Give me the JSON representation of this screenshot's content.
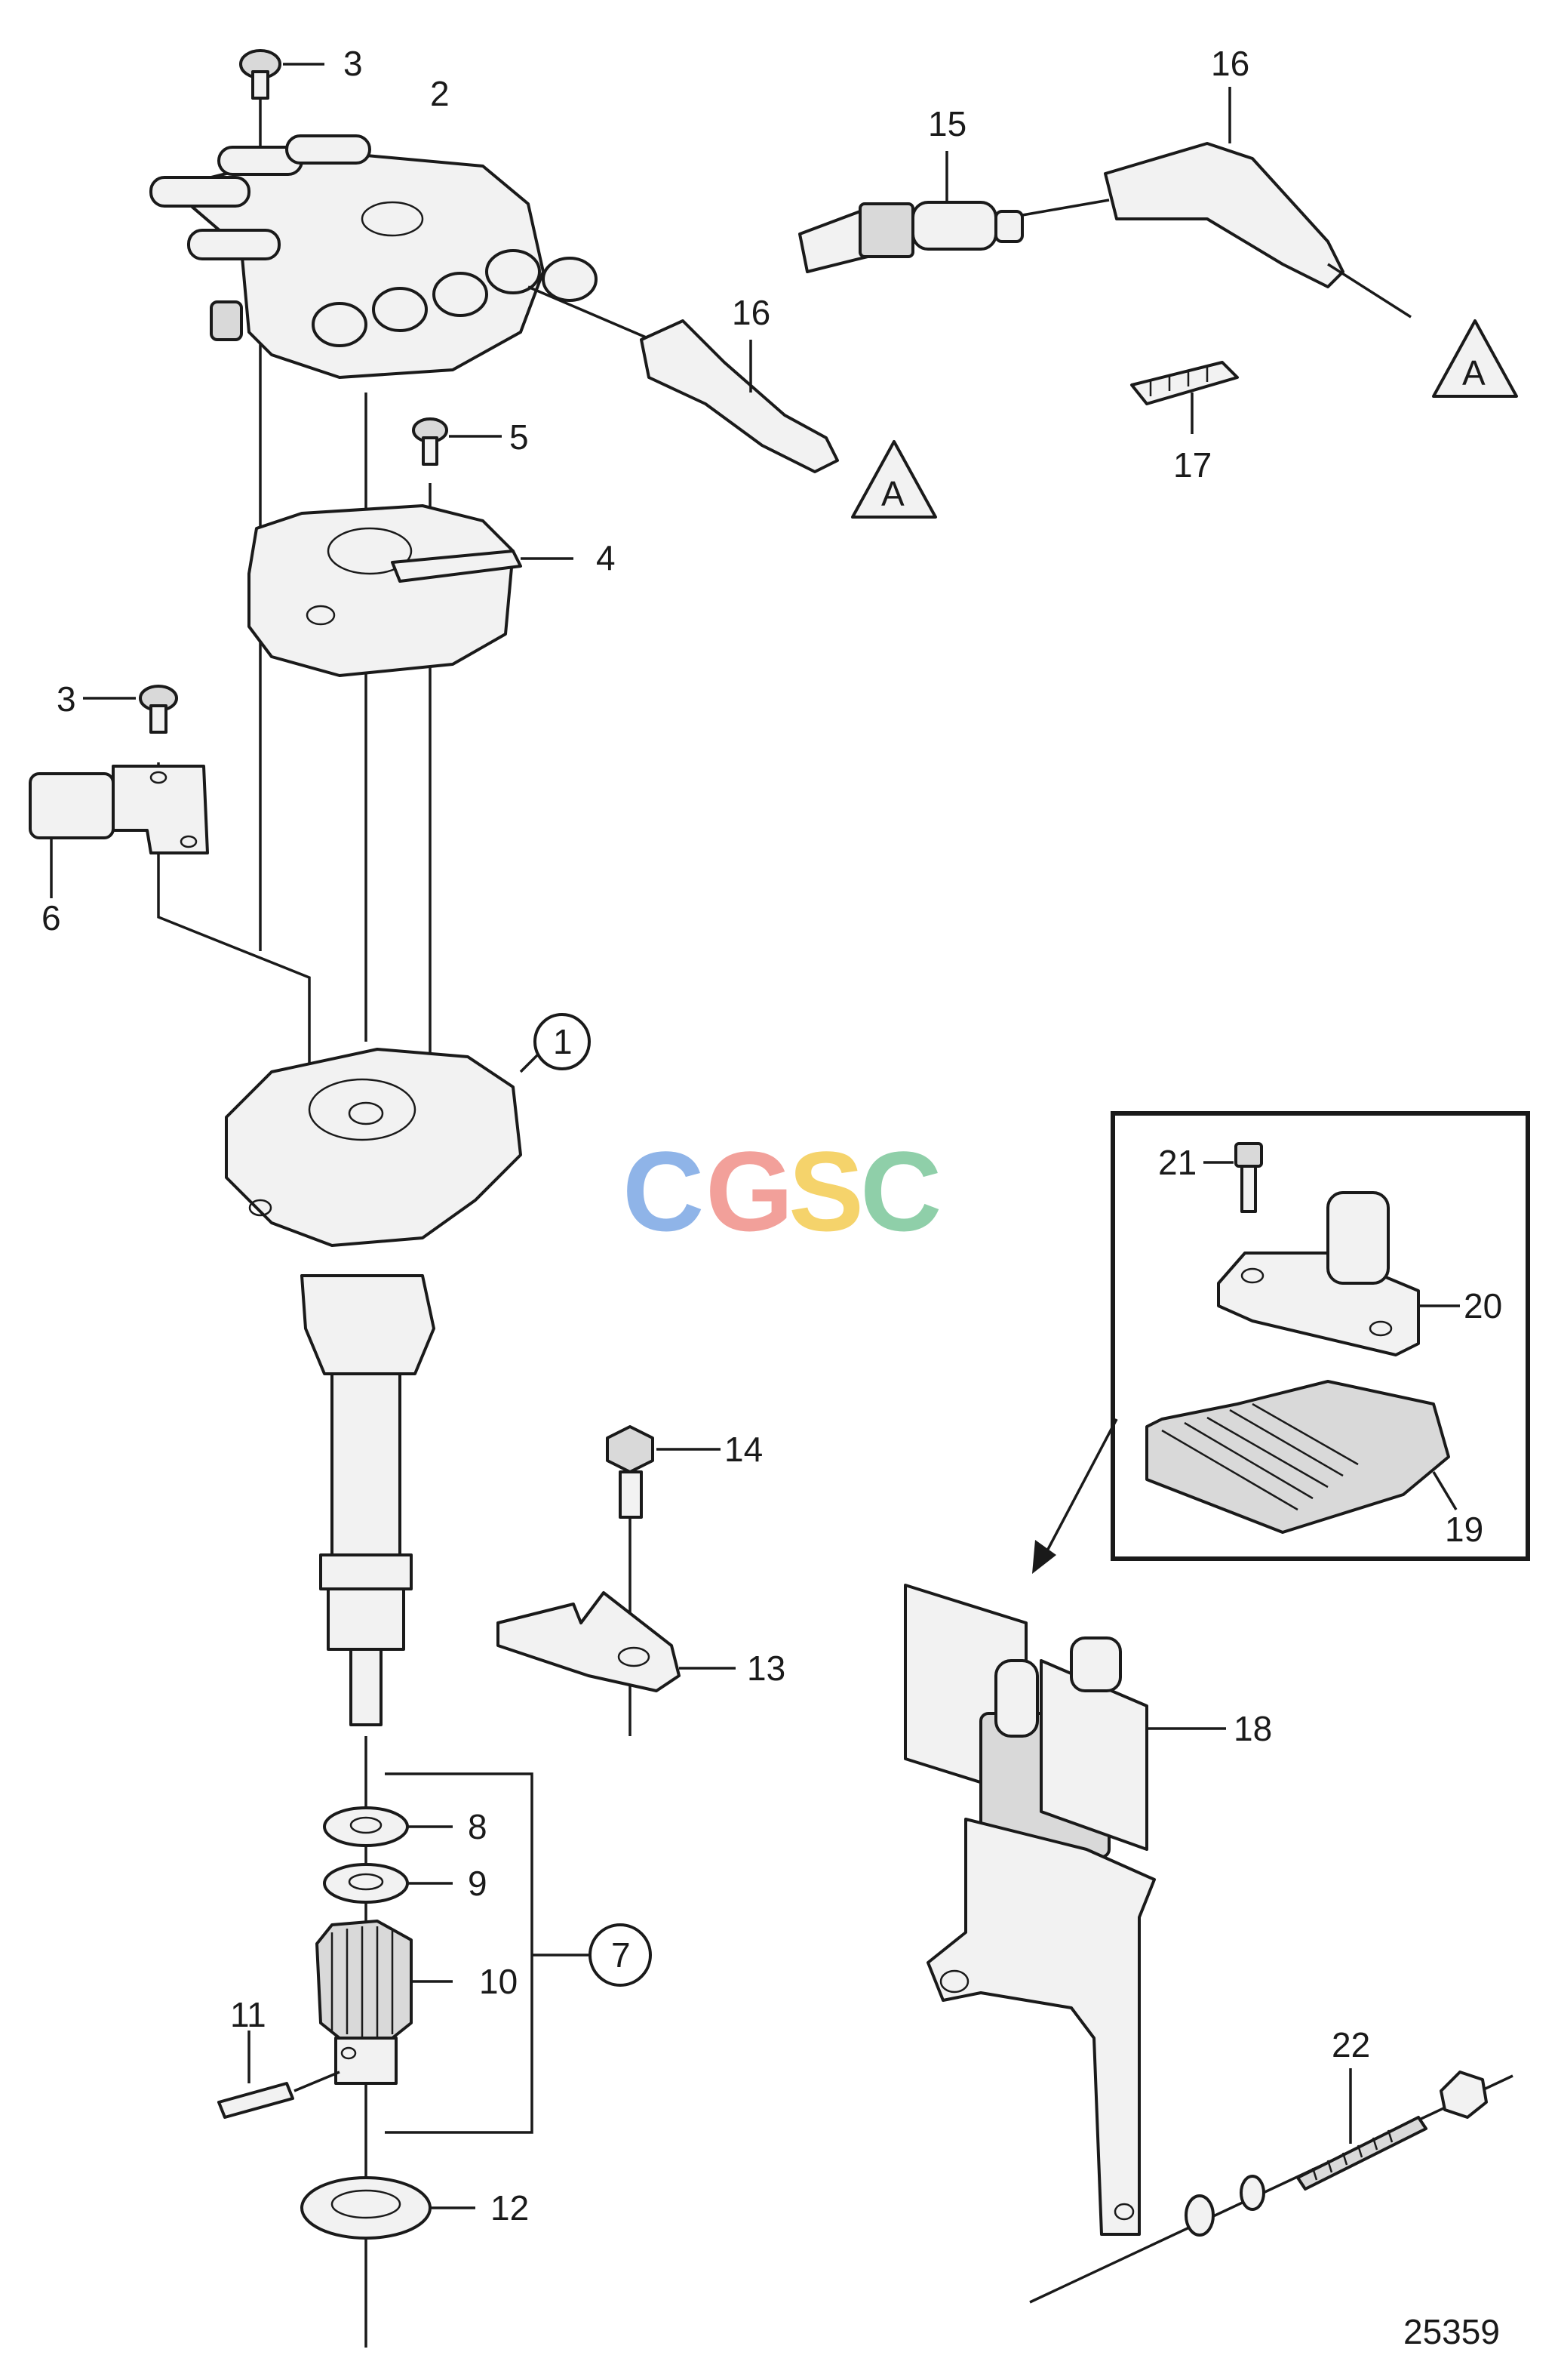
{
  "figure_id": "25359",
  "watermark": {
    "letters": [
      "C",
      "G",
      "S",
      "C"
    ],
    "colors": [
      "#8fb4e8",
      "#f2a09a",
      "#f5d36b",
      "#8fcfa9"
    ]
  },
  "callouts": {
    "c1": "1",
    "c2": "2",
    "c3a": "3",
    "c3b": "3",
    "c4": "4",
    "c5": "5",
    "c6": "6",
    "c7": "7",
    "c8": "8",
    "c9": "9",
    "c10": "10",
    "c11": "11",
    "c12": "12",
    "c13": "13",
    "c14": "14",
    "c15": "15",
    "c16a": "16",
    "c16b": "16",
    "c17": "17",
    "c18": "18",
    "c19": "19",
    "c20": "20",
    "c21": "21",
    "c22": "22"
  },
  "connector_marks": {
    "a1": "A",
    "a2": "A"
  }
}
